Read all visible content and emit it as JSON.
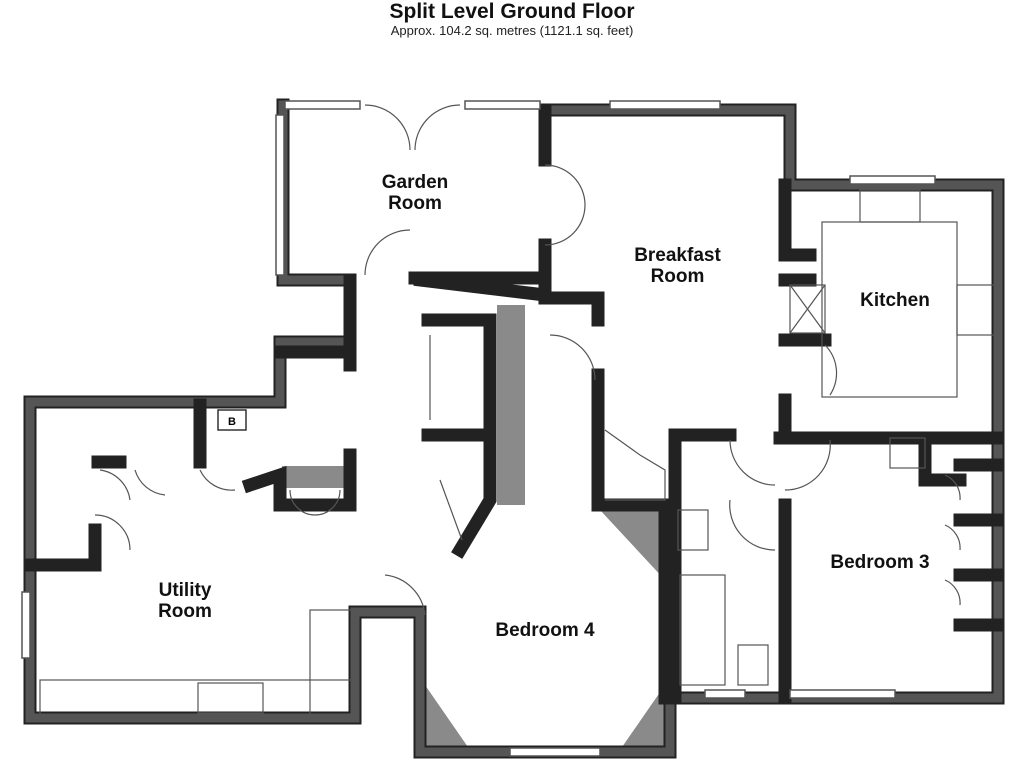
{
  "header": {
    "title": "Split Level Ground Floor",
    "subtitle": "Approx. 104.2 sq. metres (1121.1 sq. feet)"
  },
  "rooms": [
    {
      "name": "Garden\nRoom",
      "line1": "Garden",
      "line2": "Room"
    },
    {
      "line1": "Breakfast",
      "line2": "Room"
    },
    {
      "line1": "Kitchen"
    },
    {
      "line1": "Utility",
      "line2": "Room"
    },
    {
      "line1": "Bedroom 4"
    },
    {
      "line1": "Bedroom 3"
    }
  ],
  "fixtures": {
    "boiler_label": "B"
  },
  "colors": {
    "wall": "#222222",
    "wall_fill": "#555555",
    "shaded": "#8a8a8a"
  }
}
